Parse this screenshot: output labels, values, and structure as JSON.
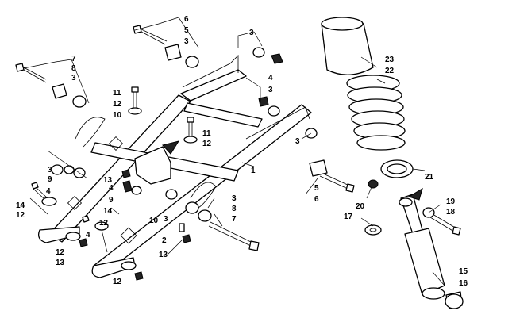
{
  "callouts": {
    "n1": "1",
    "n2": "2",
    "n3a": "3",
    "n3b": "3",
    "n3c": "3",
    "n3d": "3",
    "n3e": "3",
    "n3f": "3",
    "n3g": "3",
    "n3h": "3",
    "n4a": "4",
    "n4b": "4",
    "n4c": "4",
    "n4d": "4",
    "n5a": "5",
    "n5b": "5",
    "n6a": "6",
    "n6b": "6",
    "n7a": "7",
    "n7b": "7",
    "n8a": "8",
    "n8b": "8",
    "n9a": "9",
    "n9b": "9",
    "n10a": "10",
    "n10b": "10",
    "n11a": "11",
    "n11b": "11",
    "n12a": "12",
    "n12b": "12",
    "n12c": "12",
    "n12d": "12",
    "n12e": "12",
    "n12f": "12",
    "n13a": "13",
    "n13b": "13",
    "n13c": "13",
    "n14a": "14",
    "n14b": "14",
    "n15": "15",
    "n16": "16",
    "n17": "17",
    "n18": "18",
    "n19": "19",
    "n20": "20",
    "n21": "21",
    "n22": "22",
    "n23": "23"
  }
}
